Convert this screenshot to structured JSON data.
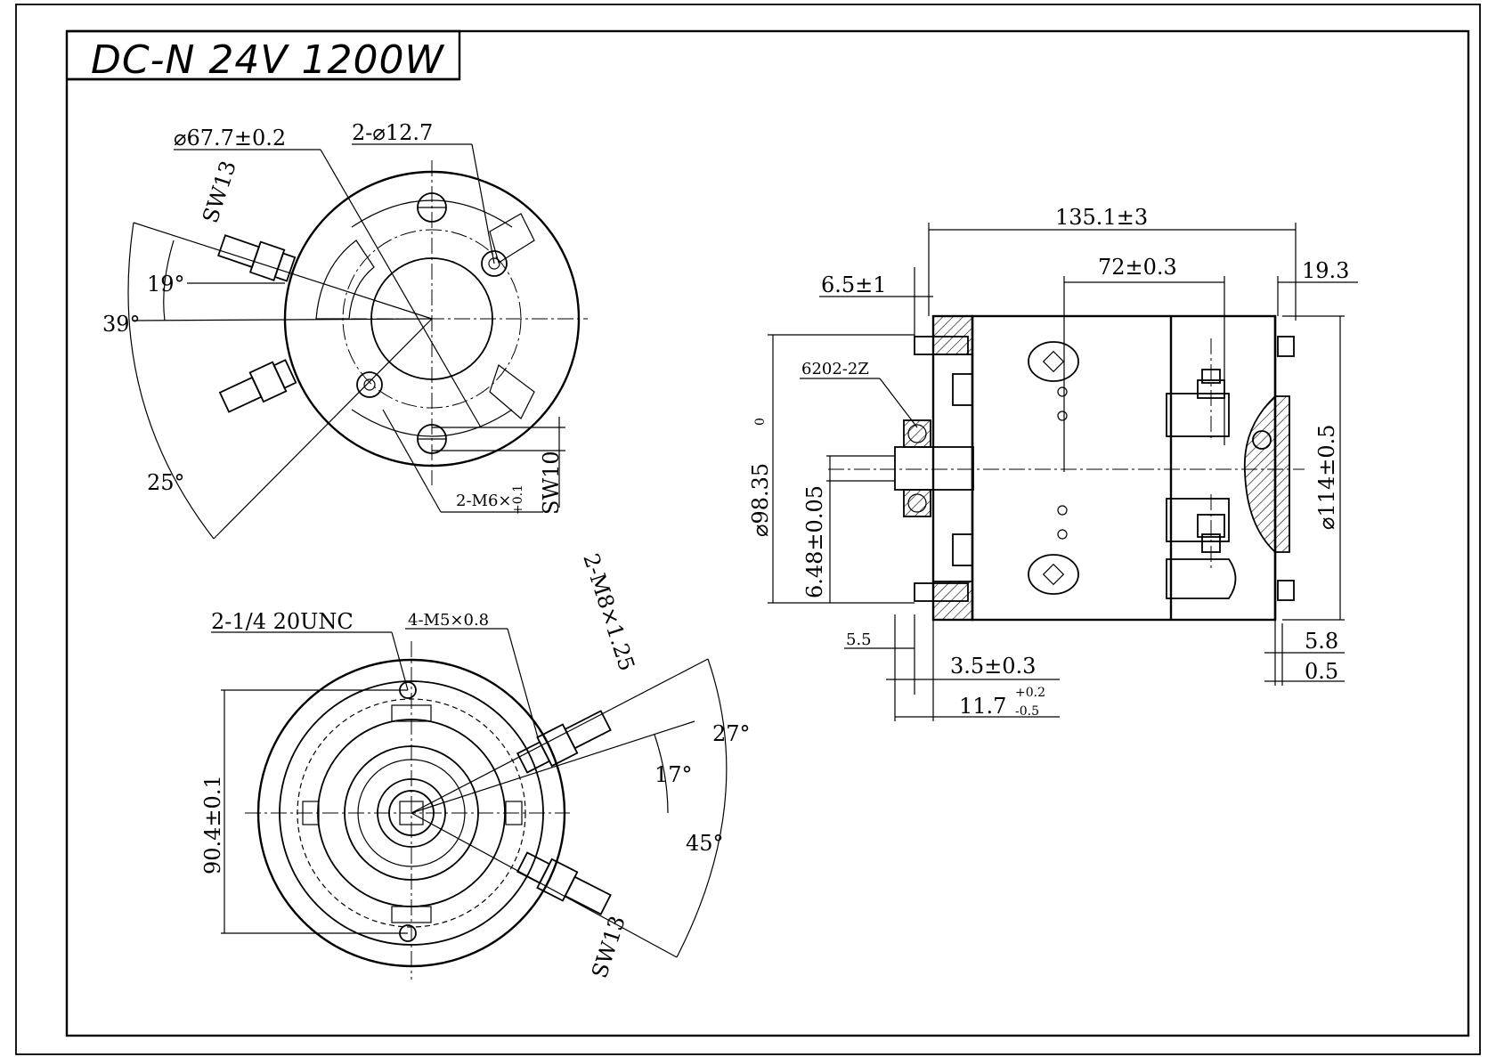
{
  "title": "DC-N 24V 1200W",
  "front_view": {
    "dia_body": "⌀67.7±0.2",
    "holes": "2-⌀12.7",
    "wrench_top": "SW13",
    "angle_19": "19°",
    "angle_39": "39°",
    "angle_25": "25°",
    "thread_m6": "2-M6×",
    "thread_m6_tol": "+0.1",
    "wrench_sw10": "SW10"
  },
  "side_view": {
    "length_total": "135.1±3",
    "length_72": "72±0.3",
    "len_19_3": "19.3",
    "len_6_5": "6.5±1",
    "bearing": "6202-2Z",
    "dia_98": "⌀98.35",
    "dia_98_tol_sup": "0",
    "shaft_648": "6.48±0.05",
    "dia_114": "⌀114±0.5",
    "len_5_5": "5.5",
    "len_3_5": "3.5±0.3",
    "len_11_7": "11.7",
    "len_11_7_tol_up": "+0.2",
    "len_11_7_tol_dn": "-0.5",
    "len_5_8": "5.8",
    "len_0_5": "0.5"
  },
  "rear_view": {
    "unc": "2-1/4 20UNC",
    "m5": "4-M5×0.8",
    "m8": "2-M8×1.25",
    "angle_27": "27°",
    "angle_17": "17°",
    "angle_45": "45°",
    "dia_90": "90.4±0.1",
    "wrench_bot": "SW13"
  }
}
